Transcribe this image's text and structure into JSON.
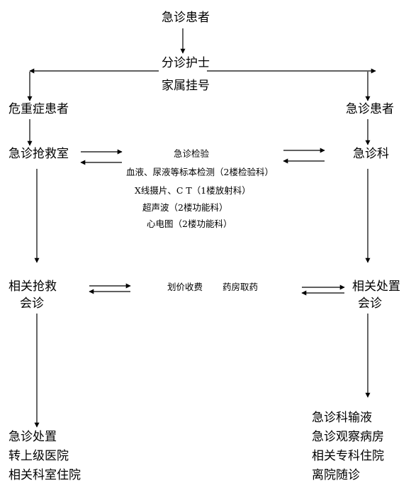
{
  "nodes": {
    "top_patient": "急诊患者",
    "triage_nurse": "分诊护士",
    "family_register": "家属挂号",
    "critical_patient": "危重症患者",
    "er_patient": "急诊患者",
    "rescue_room": "急诊抢救室",
    "emergency_dept": "急诊科",
    "related_rescue": "相关抢救",
    "consult_left": "会诊",
    "related_treatment": "相关处置",
    "consult_right": "会诊"
  },
  "exams": {
    "title": "急诊检验",
    "items": [
      "血液、尿液等标本检测（2楼检验科）",
      "X线摄片、C T（1楼放射科）",
      "超声波（2楼功能科）",
      "心电图（2楼功能科）"
    ]
  },
  "billing": "划价收费",
  "pharmacy": "药房取药",
  "left_outcomes": [
    "急诊处置",
    "转上级医院",
    "相关科室住院"
  ],
  "right_outcomes": [
    "急诊科输液",
    "急诊观察病房",
    "相关专科住院",
    "离院随诊"
  ]
}
